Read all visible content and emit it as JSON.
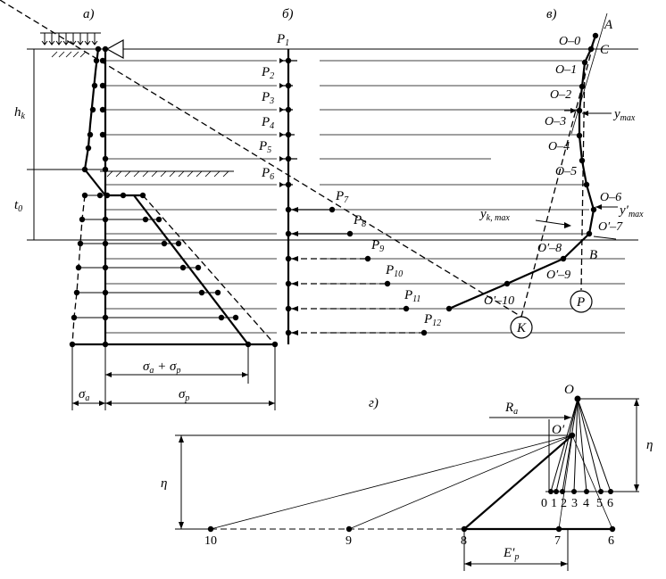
{
  "labels": {
    "panel_a": "а)",
    "panel_b": "б)",
    "panel_v": "в)",
    "panel_g": "г)",
    "hk": "h",
    "hk_sub": "k",
    "t0": "t",
    "t0_sub": "0",
    "sigma_a": "σ",
    "sigma_a_sub": "a",
    "sigma_p": "σ",
    "sigma_p_sub": "p",
    "sigma_sum_a": "σ",
    "sigma_sum_a_sub": "a",
    "sigma_sum_plus": " + σ",
    "sigma_sum_p_sub": "p",
    "A": "A",
    "C": "C",
    "B": "B",
    "K": "K",
    "P": "P",
    "ymax": "y",
    "ymax_sub": "max",
    "yprime_max": "y′",
    "yprime_max_sub": "max",
    "yk_max": "y",
    "yk_max_sub": "k, max",
    "Ra": "R",
    "Ra_sub": "a",
    "O": "O",
    "Oprime": "O′",
    "eta": "η",
    "Ep": "E′",
    "Ep_sub": "p"
  },
  "forces": [
    {
      "label": "P",
      "sub": "1"
    },
    {
      "label": "P",
      "sub": "2"
    },
    {
      "label": "P",
      "sub": "3"
    },
    {
      "label": "P",
      "sub": "4"
    },
    {
      "label": "P",
      "sub": "5"
    },
    {
      "label": "P",
      "sub": "6"
    },
    {
      "label": "P",
      "sub": "7"
    },
    {
      "label": "P",
      "sub": "8"
    },
    {
      "label": "P",
      "sub": "9"
    },
    {
      "label": "P",
      "sub": "10"
    },
    {
      "label": "P",
      "sub": "11"
    },
    {
      "label": "P",
      "sub": "12"
    }
  ],
  "rays": [
    "O–0",
    "O–1",
    "O–2",
    "O–3",
    "O–4",
    "O–5",
    "O–6",
    "O′–7",
    "O′–8",
    "O′–9",
    "O′–10"
  ],
  "polygon_ticks_top": [
    "0",
    "1",
    "2",
    "3",
    "4",
    "5",
    "6"
  ],
  "polygon_ticks_bottom": [
    "10",
    "9",
    "8",
    "7",
    "6"
  ]
}
